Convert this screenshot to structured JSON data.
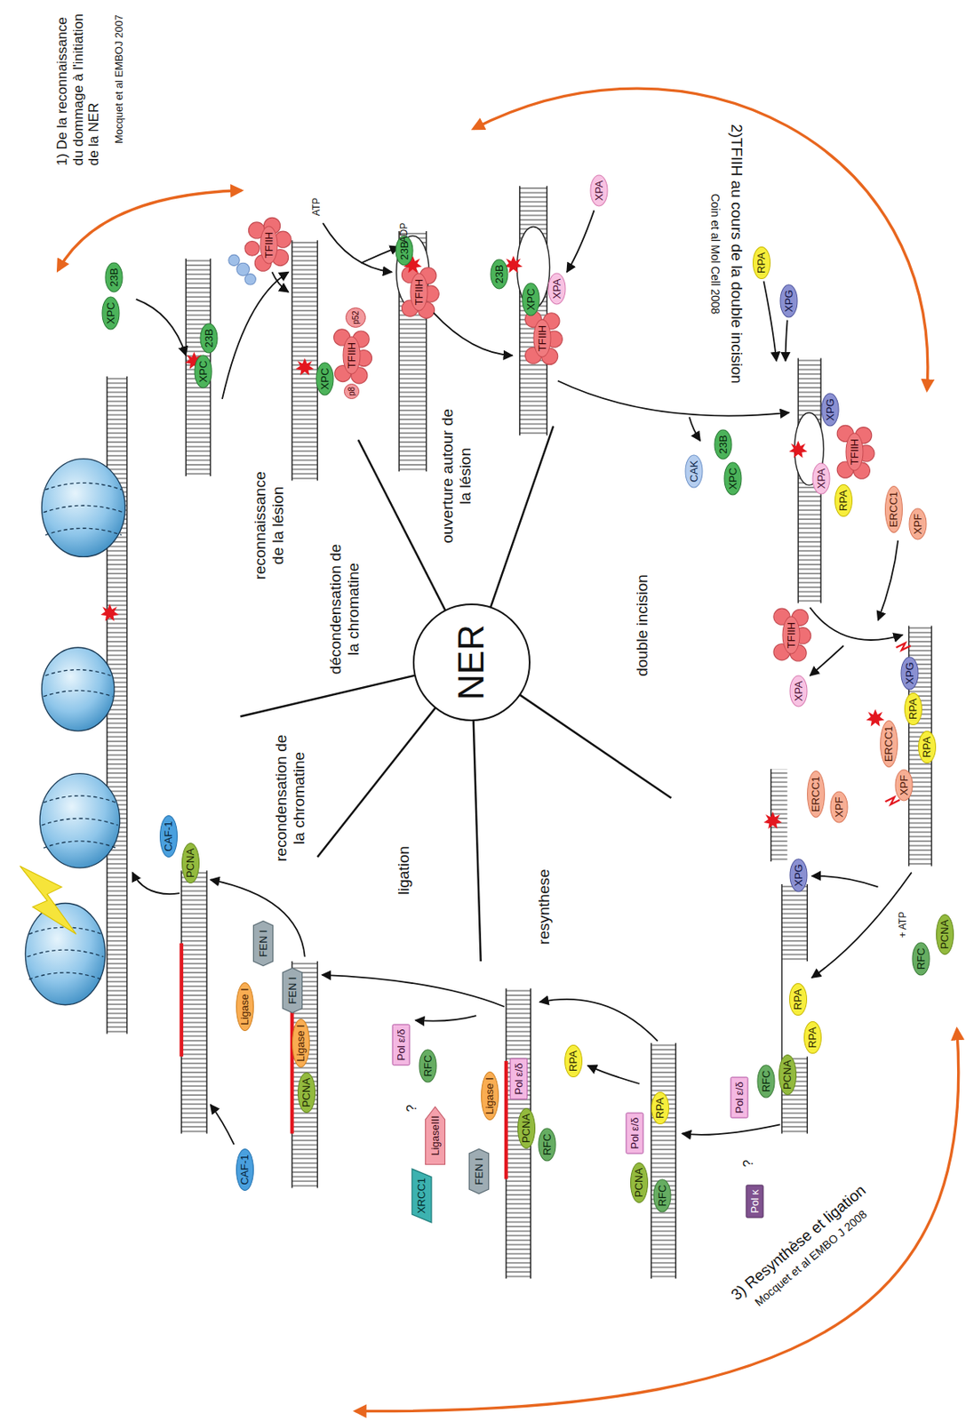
{
  "diagram": {
    "nodes": [
      {
        "text": [
          "XPC"
        ]
      },
      {
        "text": [
          "23B"
        ]
      },
      {
        "text": [
          "XPC"
        ]
      },
      {
        "text": [
          "23B"
        ]
      },
      {
        "text": [
          "TFIIH"
        ]
      },
      {
        "text": [
          "XPC"
        ]
      },
      {
        "text": [
          "TFIIH"
        ]
      },
      {
        "text": [
          "p52"
        ]
      },
      {
        "text": [
          "p8"
        ]
      },
      {
        "text": [
          "23B"
        ]
      },
      {
        "text": [
          "TFIIH"
        ]
      },
      {
        "text": [
          "XPA"
        ]
      },
      {
        "text": [
          "23B"
        ]
      },
      {
        "text": [
          "XPC"
        ]
      },
      {
        "text": [
          "TFIIH"
        ]
      },
      {
        "text": [
          "XPA"
        ]
      },
      {
        "text": [
          "RPA"
        ]
      },
      {
        "text": [
          "XPG"
        ]
      },
      {
        "text": [
          "CAK"
        ]
      },
      {
        "text": [
          "23B"
        ]
      },
      {
        "text": [
          "XPC"
        ]
      },
      {
        "text": [
          "XPG"
        ]
      },
      {
        "text": [
          "TFIIH"
        ]
      },
      {
        "text": [
          "XPA"
        ]
      },
      {
        "text": [
          "RPA"
        ]
      },
      {
        "text": [
          "ERCC1"
        ]
      },
      {
        "text": [
          "XPF"
        ]
      },
      {
        "text": [
          "TFIIH"
        ]
      },
      {
        "text": [
          "XPA"
        ]
      },
      {
        "text": [
          "XPG"
        ]
      },
      {
        "text": [
          "RPA"
        ]
      },
      {
        "text": [
          "RPA"
        ]
      },
      {
        "text": [
          "ERCC1"
        ]
      },
      {
        "text": [
          "XPF"
        ]
      },
      {
        "text": [
          "ERCC1"
        ]
      },
      {
        "text": [
          "XPF"
        ]
      },
      {
        "text": [
          "XPG"
        ]
      },
      {
        "text": [
          "RFC"
        ]
      },
      {
        "text": [
          "PCNA"
        ]
      },
      {
        "text": [
          "RPA"
        ]
      },
      {
        "text": [
          "RPA"
        ]
      },
      {
        "text": [
          "PCNA"
        ]
      },
      {
        "text": [
          "RFC"
        ]
      },
      {
        "text": [
          "Pol ε/δ"
        ]
      },
      {
        "text": [
          "Pol κ"
        ]
      },
      {
        "text": [
          "RPA"
        ]
      },
      {
        "text": [
          "Pol ε/δ"
        ]
      },
      {
        "text": [
          "PCNA"
        ]
      },
      {
        "text": [
          "RFC"
        ]
      },
      {
        "text": [
          "RPA"
        ]
      },
      {
        "text": [
          "Pol ε/δ"
        ]
      },
      {
        "text": [
          "PCNA"
        ]
      },
      {
        "text": [
          "RFC"
        ]
      },
      {
        "text": [
          "Pol ε/δ"
        ]
      },
      {
        "text": [
          "RFC"
        ]
      },
      {
        "text": [
          "Ligase I"
        ]
      },
      {
        "text": [
          "FEN I"
        ]
      },
      {
        "text": [
          "LigaseIII"
        ]
      },
      {
        "text": [
          "XRCC1"
        ]
      },
      {
        "text": [
          "FEN I"
        ]
      },
      {
        "text": [
          "Ligase I"
        ]
      },
      {
        "text": [
          "PCNA"
        ]
      },
      {
        "text": [
          "FEN I"
        ]
      },
      {
        "text": [
          "Ligase I"
        ]
      },
      {
        "text": [
          "CAF-1"
        ]
      },
      {
        "text": [
          "CAF-1"
        ]
      },
      {
        "text": [
          "PCNA"
        ]
      },
      {
        "text": [
          "NER"
        ]
      }
    ],
    "labels": [
      "1) De la reconnaissance du dommage à l'initiation de la NER",
      "Mocquet et al EMBOJ 2007",
      "2)TFIIH au cours de la double incision",
      "Coin et al Mol Cell 2008",
      "3) Resynthèse et ligation",
      "Mocquet et al EMBO J 2008",
      "reconnaissance de la lésion",
      "décondensation de la chromatine",
      "ouverture autour de la lésion",
      "double incision",
      "resynthese",
      "ligation",
      "recondensation de la chromatine",
      "ATP",
      "ADP",
      "+ ATP",
      "?",
      "?"
    ]
  }
}
